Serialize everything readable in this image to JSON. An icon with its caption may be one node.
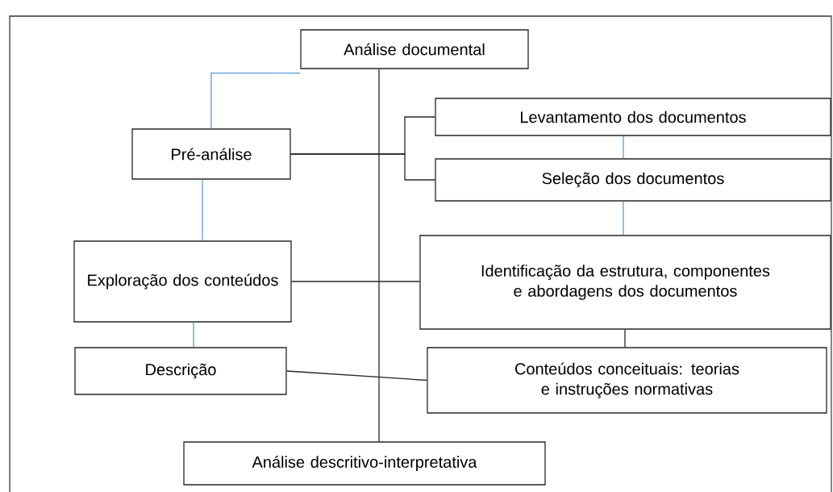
{
  "diagram": {
    "nodes": [
      {
        "text": [
          "Análise documental"
        ]
      },
      {
        "text": [
          "Pré-análise"
        ]
      },
      {
        "text": [
          "Levantamento dos documentos"
        ]
      },
      {
        "text": [
          "Seleção dos documentos"
        ]
      },
      {
        "text": [
          "Exploração dos conteúdos"
        ]
      },
      {
        "text": [
          "Identificação da estrutura, componentes e abordagens dos documentos"
        ]
      },
      {
        "text": [
          "Descrição"
        ]
      },
      {
        "text": [
          "Conteúdos conceituais: teorias e instruções normativas"
        ]
      },
      {
        "text": [
          "Análise descritivo-interpretativa"
        ]
      }
    ],
    "edges": [
      {
        "from": 0,
        "to": 1,
        "arrow": "none",
        "color": "#5b9bd5"
      },
      {
        "from": 0,
        "to": 8,
        "arrow": "none"
      },
      {
        "from": 1,
        "to": 2,
        "arrow": "none"
      },
      {
        "from": 1,
        "to": 3,
        "arrow": "none"
      },
      {
        "from": 2,
        "to": 3,
        "arrow": "none",
        "color": "#5b9bd5"
      },
      {
        "from": 1,
        "to": 4,
        "arrow": "none",
        "color": "#5b9bd5"
      },
      {
        "from": 4,
        "to": 5,
        "arrow": "none"
      },
      {
        "from": 3,
        "to": 5,
        "arrow": "none",
        "color": "#5b9bd5"
      },
      {
        "from": 5,
        "to": 7,
        "arrow": "none"
      },
      {
        "from": 4,
        "to": 6,
        "arrow": "none",
        "color": "#5b9bd5"
      },
      {
        "from": 6,
        "to": 7,
        "arrow": "none"
      }
    ]
  }
}
